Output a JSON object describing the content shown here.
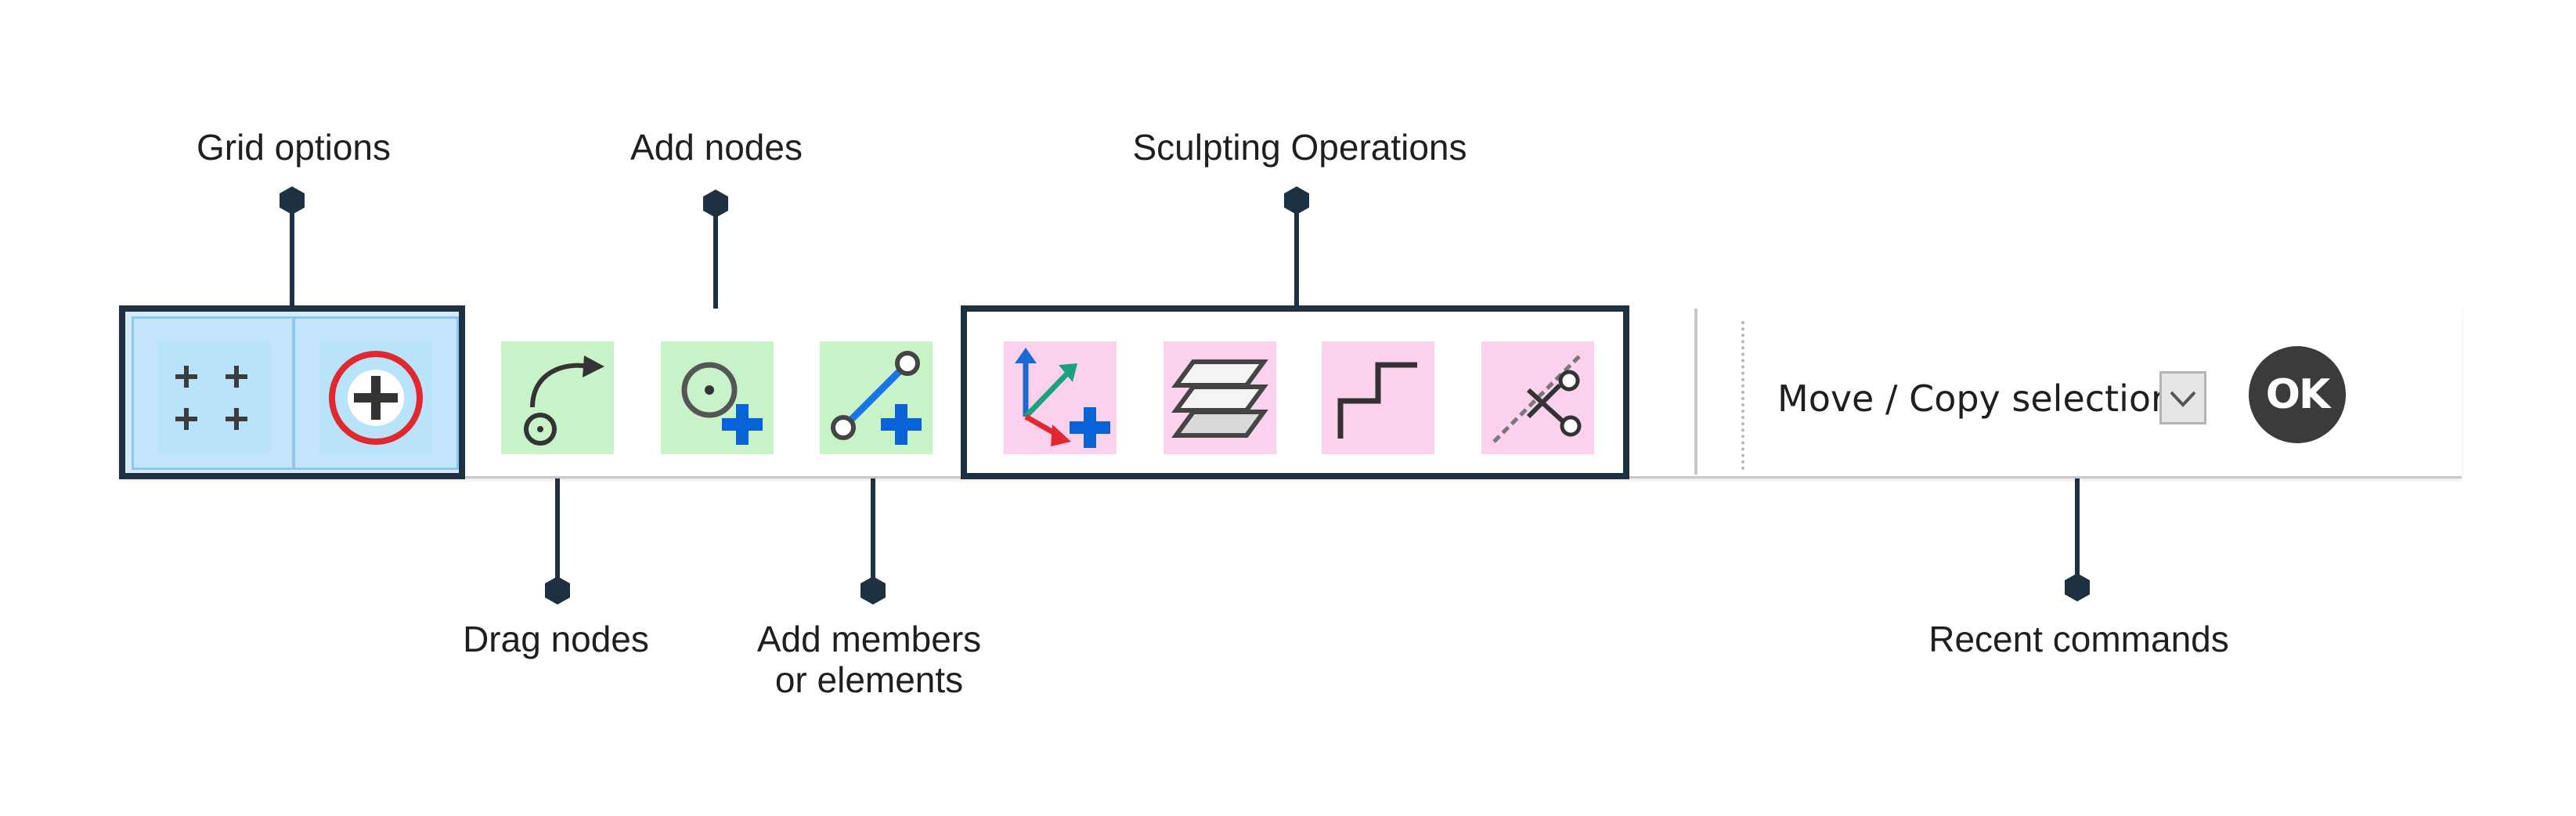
{
  "annotations": {
    "grid_options": "Grid options",
    "add_nodes": "Add nodes",
    "sculpting_operations": "Sculpting Operations",
    "drag_nodes": "Drag nodes",
    "add_members_line1": "Add members",
    "add_members_line2": "or elements",
    "recent_commands": "Recent commands"
  },
  "toolbar": {
    "buttons": [
      {
        "name": "grid-points",
        "icon": "grid-dots-icon",
        "group": "grid_options"
      },
      {
        "name": "grid-add",
        "icon": "circle-plus-icon",
        "group": "grid_options"
      },
      {
        "name": "drag-nodes",
        "icon": "drag-node-icon"
      },
      {
        "name": "add-nodes",
        "icon": "add-node-icon"
      },
      {
        "name": "add-members",
        "icon": "add-member-icon"
      },
      {
        "name": "axes-add",
        "icon": "axes-plus-icon",
        "group": "sculpting"
      },
      {
        "name": "layers",
        "icon": "layers-icon",
        "group": "sculpting"
      },
      {
        "name": "step",
        "icon": "step-icon",
        "group": "sculpting"
      },
      {
        "name": "cut",
        "icon": "scissors-icon",
        "group": "sculpting"
      }
    ],
    "recent_command": "Move / Copy selectior",
    "ok_label": "OK"
  },
  "colors": {
    "group_border": "#1e3142",
    "grid_button_bg": "#b9e3fa",
    "node_button_bg": "#c8f3c8",
    "sculpt_button_bg": "#fcd1ee",
    "plus_blue": "#0a63d6",
    "circle_red": "#e0282e"
  }
}
